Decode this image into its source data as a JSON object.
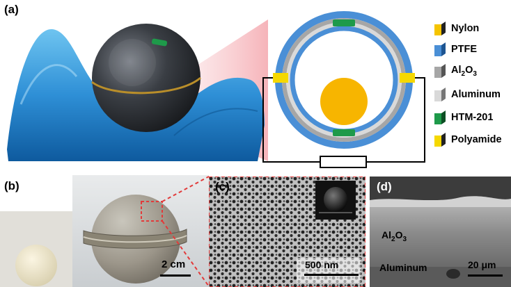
{
  "panels": {
    "a": "(a)",
    "b": "(b)",
    "c": "(c)",
    "d": "(d)"
  },
  "legend": [
    {
      "label": "Nylon",
      "color": "#f5c400"
    },
    {
      "label": "PTFE",
      "color": "#4a8fd6"
    },
    {
      "label": "Al2O3",
      "color": "#a6a6a6"
    },
    {
      "label": "Aluminum",
      "color": "#d9d9d9"
    },
    {
      "label": "HTM-201",
      "color": "#1e9a4a"
    },
    {
      "label": "Polyamide",
      "color": "#f5d800"
    }
  ],
  "scale_bars": {
    "b": "2 cm",
    "c": "500 nm",
    "d": "20 μm"
  },
  "sem_labels": {
    "oxide": "Al2O3",
    "metal": "Aluminum"
  },
  "colors": {
    "water": "#2e8fd6",
    "ptfe_ring": "#4a8fd6",
    "core": "#f7b500"
  }
}
